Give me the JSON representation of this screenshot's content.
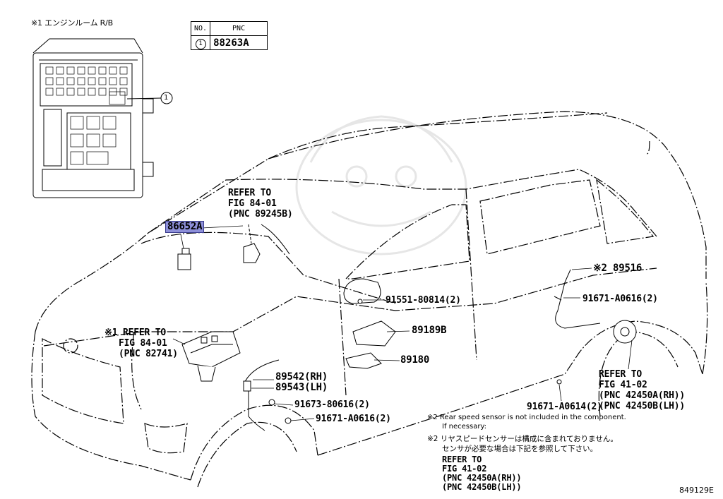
{
  "inset_title": "※1 エンジンルーム R/B",
  "callout_1": "1",
  "table": {
    "header_no": "NO.",
    "header_pnc": "PNC",
    "row_no": "1",
    "row_pnc": "88263A"
  },
  "labels": {
    "p86652a": "86652A",
    "refer_top": [
      "REFER TO",
      "FIG 84-01",
      "(PNC 89245B)"
    ],
    "refer_left": [
      "※1 REFER TO",
      "FIG 84-01",
      "(PNC 82741)"
    ],
    "p89516": "※2 89516",
    "p91671_a0616_upper": "91671-A0616(2)",
    "p91551": "91551-80814(2)",
    "p89189b": "89189B",
    "p89180": "89180",
    "p89542": "89542(RH)",
    "p89543": "89543(LH)",
    "p91673": "91673-80616(2)",
    "p91671_a0616_lower": "91671-A0616(2)",
    "p91671_a0614": "91671-A0614(2)",
    "refer_right": [
      "REFER TO",
      "FIG 41-02",
      "(PNC 42450A(RH))",
      "(PNC 42450B(LH))"
    ],
    "note_en": [
      "※2 Rear speed sensor is not included in the component.",
      "If necessary:"
    ],
    "note_jp": [
      "※2 リヤスピードセンサーは構成に含まれておりません。",
      "センサが必要な場合は下記を参照して下さい。"
    ],
    "refer_bottom": [
      "REFER TO",
      "FIG 41-02",
      "(PNC 42450A(RH))",
      "(PNC 42450B(LH))"
    ],
    "figure_id": "849129E"
  }
}
